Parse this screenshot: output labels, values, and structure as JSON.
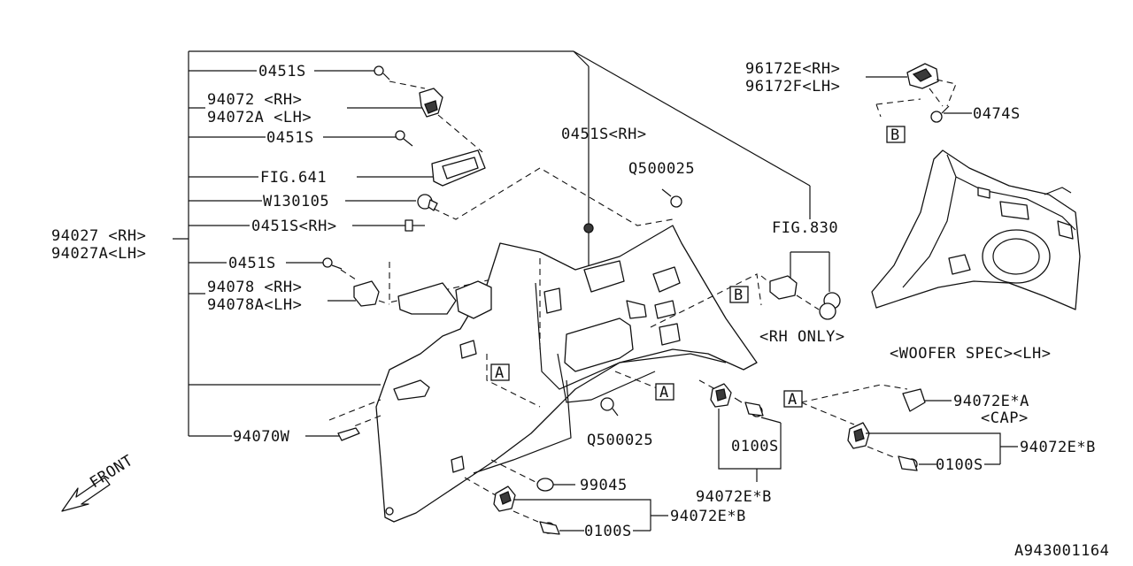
{
  "labels": {
    "0451s_a": "0451S",
    "94072_rh": "94072   <RH>",
    "94072a_lh": "94072A  <LH>",
    "0451s_b": "0451S",
    "fig641": "FIG.641",
    "w130105": "W130105",
    "0451s_rh_a": "0451S<RH>",
    "94027_rh": "94027  <RH>",
    "94027a_lh": "94027A<LH>",
    "0451s_c": "0451S",
    "94078_rh": "94078  <RH>",
    "94078a_lh": "94078A<LH>",
    "94070w": "94070W",
    "0451s_rh_b": "0451S<RH>",
    "q500025_a": "Q500025",
    "q500025_b": "Q500025",
    "99045": "99045",
    "0100s_a": "0100S",
    "0100s_b": "0100S",
    "0100s_c": "0100S",
    "94072eb_a": "94072E*B",
    "94072eb_b": "94072E*B",
    "94072eb_c": "94072E*B",
    "94072ea": "94072E*A",
    "cap": "<CAP>",
    "fig830": "FIG.830",
    "rh_only": "<RH ONLY>",
    "96172e_rh": "96172E<RH>",
    "96172f_lh": "96172F<LH>",
    "0474s": "0474S",
    "woofer": "<WOOFER SPEC><LH>",
    "front": "FRONT",
    "ref_a": "A",
    "ref_b": "B",
    "drawing_no": "A943001164"
  }
}
